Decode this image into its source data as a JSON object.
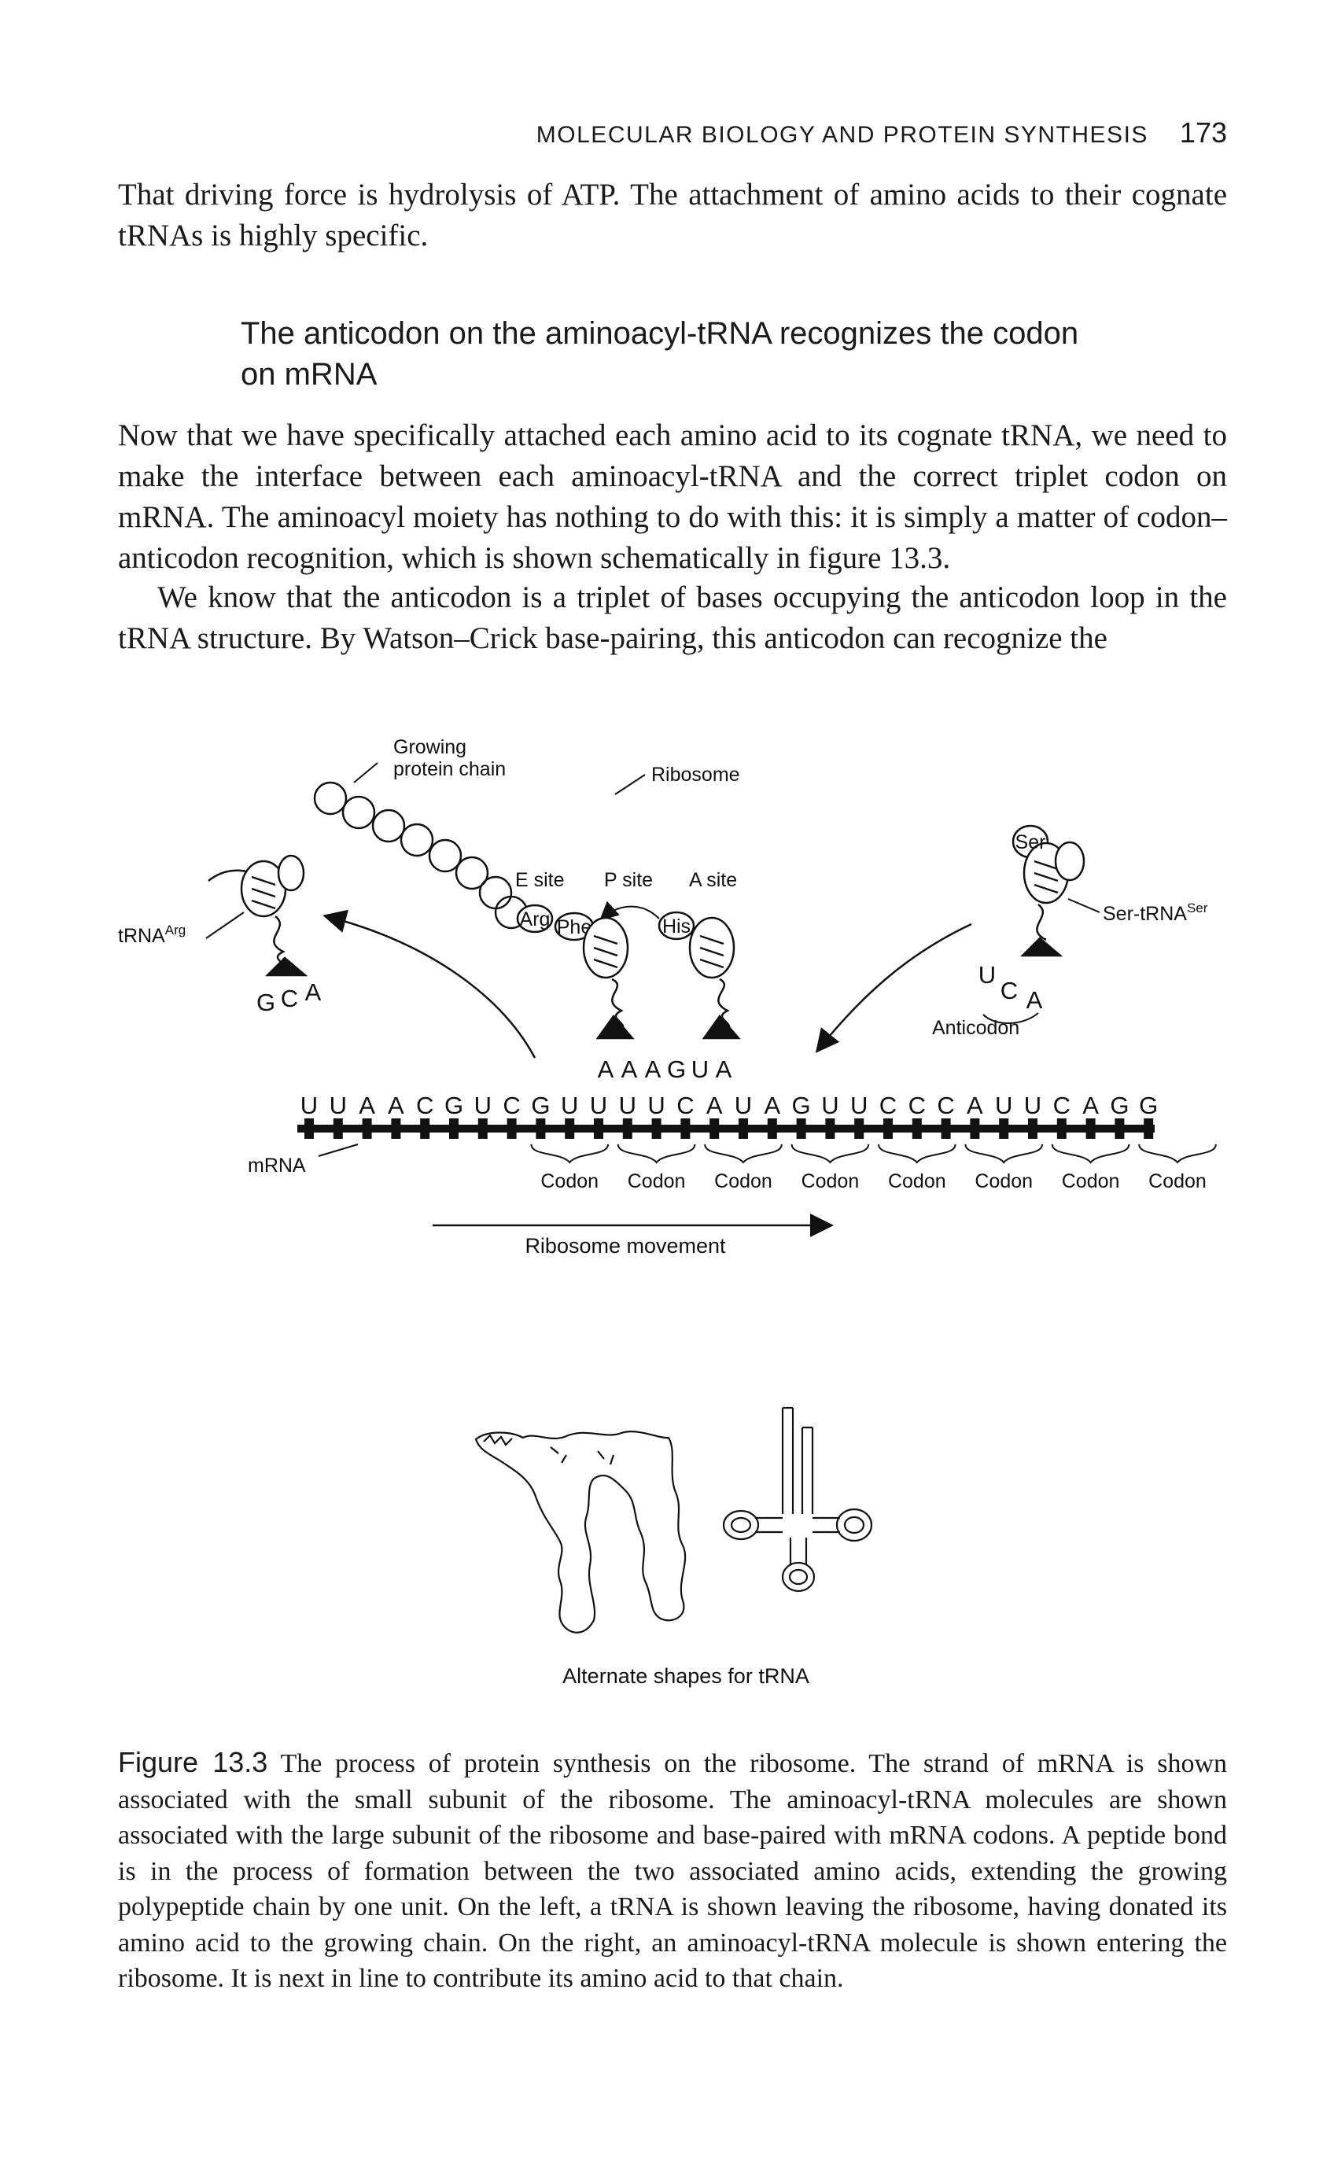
{
  "running_head": {
    "title": "MOLECULAR BIOLOGY AND PROTEIN SYNTHESIS",
    "page_number": "173"
  },
  "paragraphs": {
    "p1": "That driving force is hydrolysis of ATP. The attachment of amino acids to their cognate tRNAs is highly specific.",
    "p2": "Now that we have specifically attached each amino acid to its cognate tRNA, we need to make the interface between each aminoacyl-tRNA and the correct triplet codon on mRNA. The aminoacyl moiety has nothing to do with this: it is simply a matter of codon–anticodon recognition, which is shown schematically in figure 13.3.",
    "p3": "We know that the anticodon is a triplet of bases occupying the anticodon loop in the tRNA structure. By Watson–Crick base-pairing, this anticodon can recognize the"
  },
  "section_heading": "The anticodon on the aminoacyl-tRNA recognizes the codon on mRNA",
  "figure": {
    "labels": {
      "growing_chain": [
        "Growing",
        "protein chain"
      ],
      "ribosome": "Ribosome",
      "e_site": "E site",
      "p_site": "P site",
      "a_site": "A site",
      "trna_arg": "tRNA",
      "trna_arg_sup": "Arg",
      "ser_trna": "Ser-tRNA",
      "ser_trna_sup": "Ser",
      "anticodon": "Anticodon",
      "mrna": "mRNA",
      "ribosome_movement": "Ribosome movement",
      "alternate_shapes": "Alternate shapes for tRNA"
    },
    "amino_acids": [
      "Arg",
      "Phe",
      "His",
      "Ser"
    ],
    "left_anticodon": [
      "G",
      "C",
      "A"
    ],
    "ser_anticodon": [
      "U",
      "C",
      "A"
    ],
    "p_site_anticodon": [
      "A",
      "A",
      "A"
    ],
    "a_site_anticodon": [
      "G",
      "U",
      "A"
    ],
    "mrna_sequence": [
      "U",
      "U",
      "A",
      "A",
      "C",
      "G",
      "U",
      "C",
      "G",
      "U",
      "U",
      "U",
      "U",
      "C",
      "A",
      "U",
      "A",
      "G",
      "U",
      "U",
      "C",
      "C",
      "C",
      "A",
      "U",
      "U",
      "C",
      "A",
      "G",
      "G"
    ],
    "codon_label": "Codon",
    "codon_count": 8
  },
  "caption": {
    "figure_number": "Figure 13.3",
    "text": "The process of protein synthesis on the ribosome. The strand of mRNA is shown associated with the small subunit of the ribosome. The aminoacyl-tRNA molecules are shown associated with the large subunit of the ribosome and base-paired with mRNA codons. A peptide bond is in the process of formation between the two associated amino acids, extending the growing polypeptide chain by one unit. On the left, a tRNA is shown leaving the ribosome, having donated its amino acid to the growing chain. On the right, an aminoacyl-tRNA molecule is shown entering the ribosome. It is next in line to contribute its amino acid to that chain."
  }
}
